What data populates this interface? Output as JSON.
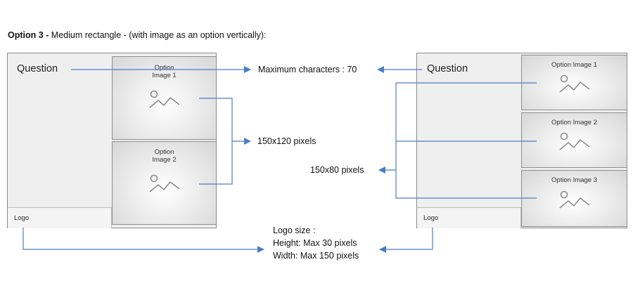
{
  "heading": {
    "bold": "Option 3 -",
    "rest": " Medium rectangle - (with image as an option vertically):"
  },
  "left_frame": {
    "question": "Question",
    "logo": "Logo",
    "options": [
      {
        "line1": "Option",
        "line2": "Image 1",
        "icon": "image-placeholder-icon"
      },
      {
        "line1": "Option",
        "line2": "Image 2",
        "icon": "image-placeholder-icon"
      }
    ]
  },
  "right_frame": {
    "question": "Question",
    "logo": "Logo",
    "options": [
      {
        "label": "Option Image 1",
        "icon": "image-placeholder-icon"
      },
      {
        "label": "Option Image 2",
        "icon": "image-placeholder-icon"
      },
      {
        "label": "Option Image 3",
        "icon": "image-placeholder-icon"
      }
    ]
  },
  "annotations": {
    "max_chars": "Maximum characters : 70",
    "size_left": "150x120 pixels",
    "size_right": "150x80 pixels",
    "logo_size_title": "Logo size :",
    "logo_height": "Height: Max 30 pixels",
    "logo_width": "Width: Max 150 pixels"
  },
  "colors": {
    "arrow": "#4a7ec4",
    "frame_border": "#8a8a8a",
    "frame_fill": "#efefef"
  }
}
